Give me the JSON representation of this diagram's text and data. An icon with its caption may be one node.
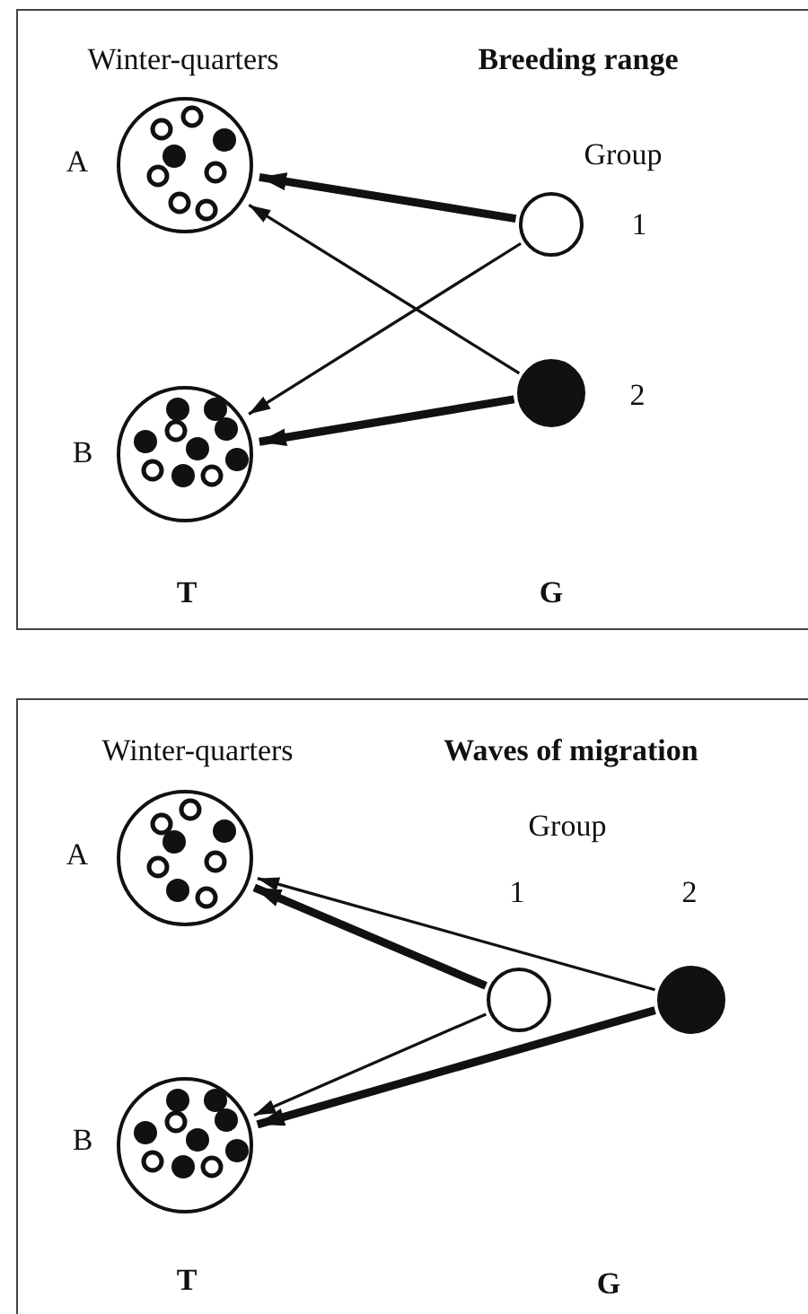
{
  "diagram": {
    "nodes": [
      {
        "text": [],
        "shape": "box"
      },
      {
        "text": [],
        "shape": "circle",
        "in": 0,
        "beside": [
          "A"
        ]
      },
      {
        "text": [],
        "shape": "circle",
        "in": 0,
        "beside": [
          "B"
        ]
      },
      {
        "text": [],
        "shape": "circle",
        "in": 0,
        "beside": [
          "1"
        ]
      },
      {
        "text": [],
        "shape": "circle",
        "in": 0,
        "beside": [
          "2"
        ]
      },
      {
        "text": [],
        "shape": "box"
      },
      {
        "text": [],
        "shape": "circle",
        "in": 5,
        "beside": [
          "A"
        ]
      },
      {
        "text": [],
        "shape": "circle",
        "in": 5,
        "beside": [
          "B"
        ]
      },
      {
        "text": [],
        "shape": "circle",
        "in": 5,
        "beside": [
          "1"
        ]
      },
      {
        "text": [],
        "shape": "circle",
        "in": 5,
        "beside": [
          "2"
        ]
      }
    ],
    "edges": [
      {
        "from": 3,
        "to": 1,
        "arrow": "to",
        "style": "thick"
      },
      {
        "from": 3,
        "to": 2,
        "arrow": "to"
      },
      {
        "from": 4,
        "to": 1,
        "arrow": "to"
      },
      {
        "from": 4,
        "to": 2,
        "arrow": "to",
        "style": "thick"
      },
      {
        "from": 9,
        "to": 6,
        "arrow": "to"
      },
      {
        "from": 8,
        "to": 6,
        "arrow": "to",
        "style": "thick"
      },
      {
        "from": 8,
        "to": 7,
        "arrow": "to"
      },
      {
        "from": 9,
        "to": 7,
        "arrow": "to",
        "style": "thick"
      }
    ],
    "labels": [
      "Winter-quarters",
      "Breeding range",
      "Group",
      "T",
      "G",
      "Winter-quarters",
      "Waves of migration",
      "Group",
      "T",
      "G"
    ]
  }
}
